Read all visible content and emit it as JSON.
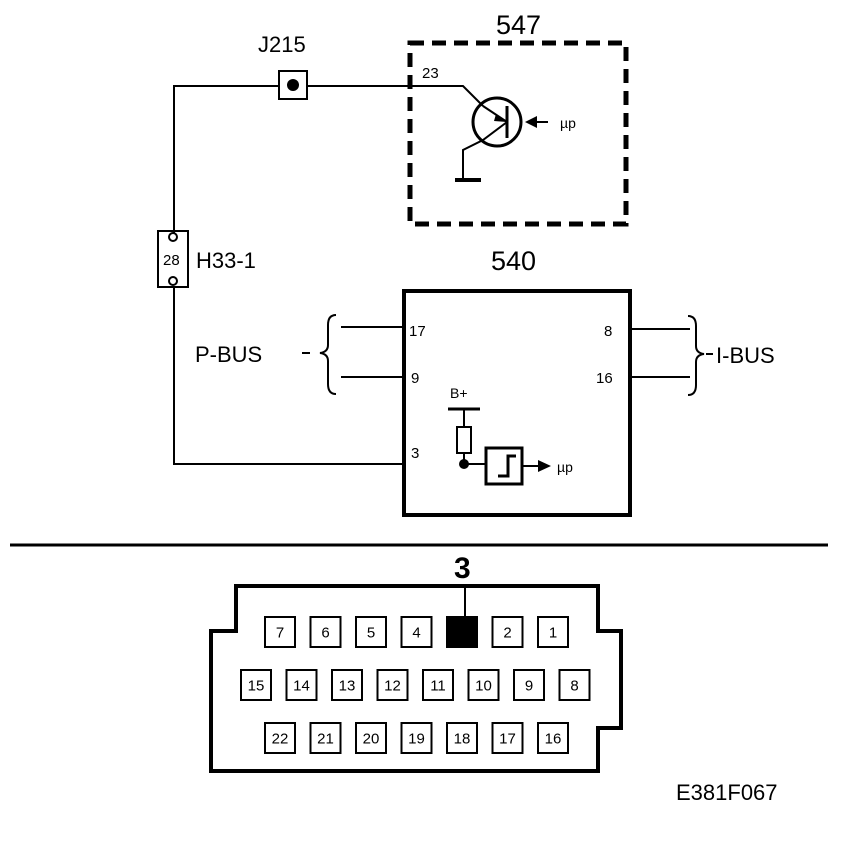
{
  "components": {
    "j215": "J215",
    "c547": "547",
    "c540": "540",
    "h33": "H33-1",
    "h33_pin": "28"
  },
  "pins_547": {
    "p23": "23",
    "mu": "µp"
  },
  "pins_540": {
    "p17": "17",
    "p9": "9",
    "p3": "3",
    "p8": "8",
    "p16": "16",
    "bplus": "B+",
    "mu": "µp"
  },
  "buses": {
    "left": "P-BUS",
    "right": "I-BUS"
  },
  "connector": {
    "highlight_label": "3",
    "row1": [
      "7",
      "6",
      "5",
      "4",
      "",
      "2",
      "1"
    ],
    "row2": [
      "15",
      "14",
      "13",
      "12",
      "11",
      "10",
      "9",
      "8"
    ],
    "row3": [
      "22",
      "21",
      "20",
      "19",
      "18",
      "17",
      "16"
    ]
  },
  "figure_id": "E381F067"
}
